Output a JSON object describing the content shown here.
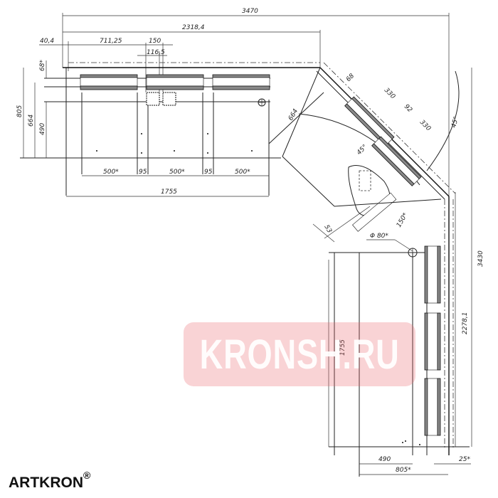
{
  "brand": {
    "name": "ARTKRON",
    "mark": "®"
  },
  "watermark": {
    "text": "KRONSH.RU",
    "color": "#e86068"
  },
  "dimensions": {
    "top": {
      "overall": "3470",
      "left_run": "2318,4",
      "offset": "40,4",
      "to_post": "711,25",
      "post": "150",
      "post_inner": "116,5"
    },
    "left": {
      "depth_total": "805",
      "depth_rail": "664",
      "depth_table": "490",
      "edge": "68*"
    },
    "left_bottom": {
      "seg1": "500*",
      "gap1": "95",
      "seg2": "500*",
      "gap2": "95",
      "seg3": "500*",
      "total": "1755"
    },
    "corner": {
      "edge": "68",
      "len1": "330",
      "gap": "92",
      "len2": "330",
      "diag": "664",
      "angle_inner": "45°",
      "angle_outer": "45°",
      "arm": "53",
      "arm_len": "150*",
      "hole": "Φ 80*"
    },
    "right": {
      "overall": "3430",
      "run": "2278,1",
      "table_len": "1755"
    },
    "bottom": {
      "depth_table": "490",
      "depth_total": "805*",
      "edge": "25*"
    }
  }
}
